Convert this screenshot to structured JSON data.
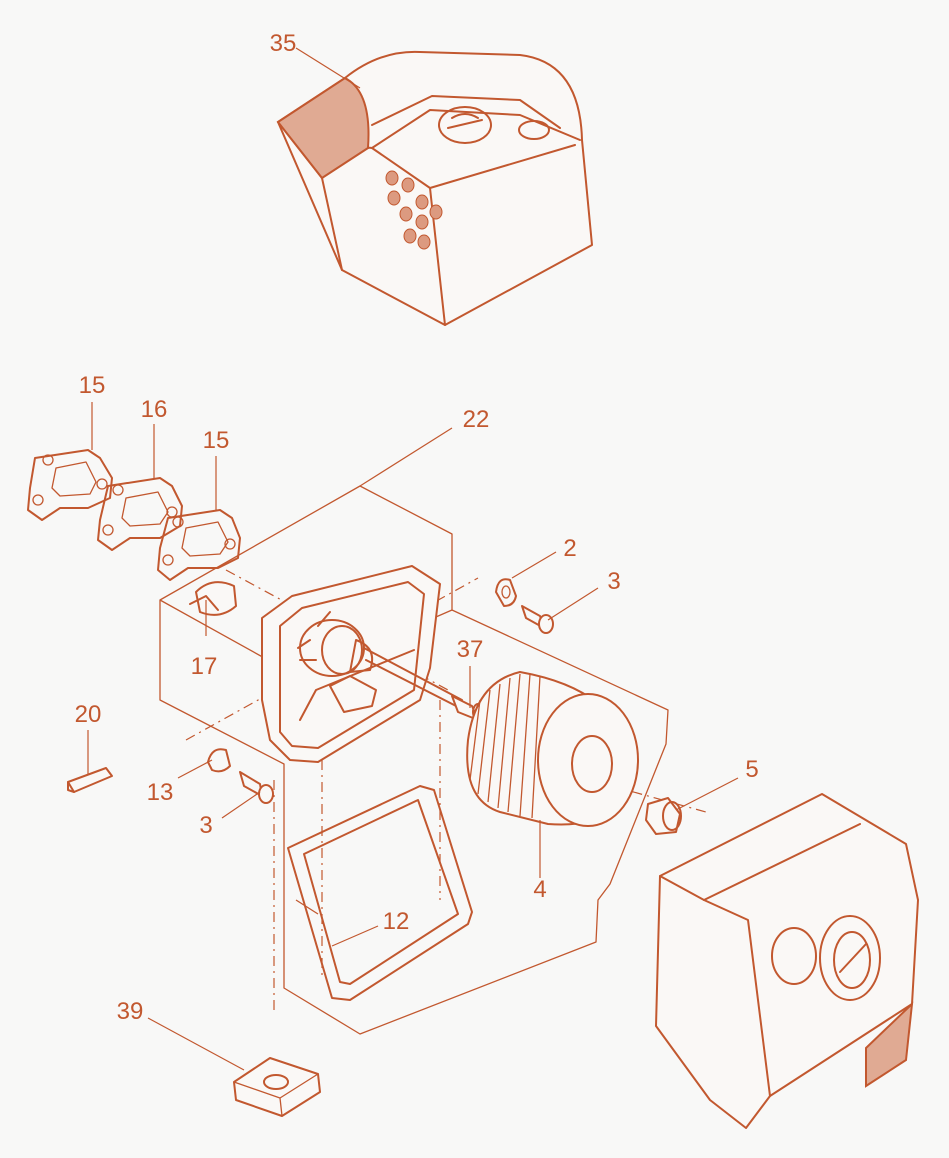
{
  "colors": {
    "line": "#c2582f",
    "accent": "#e0aa93",
    "background": "#f8f8f7"
  },
  "callouts": [
    {
      "id": "c35",
      "text": "35"
    },
    {
      "id": "c15a",
      "text": "15"
    },
    {
      "id": "c16",
      "text": "16"
    },
    {
      "id": "c15b",
      "text": "15"
    },
    {
      "id": "c22",
      "text": "22"
    },
    {
      "id": "c2",
      "text": "2"
    },
    {
      "id": "c3a",
      "text": "3"
    },
    {
      "id": "c37",
      "text": "37"
    },
    {
      "id": "c17",
      "text": "17"
    },
    {
      "id": "c20",
      "text": "20"
    },
    {
      "id": "c13",
      "text": "13"
    },
    {
      "id": "c3b",
      "text": "3"
    },
    {
      "id": "c5",
      "text": "5"
    },
    {
      "id": "c4",
      "text": "4"
    },
    {
      "id": "c12",
      "text": "12"
    },
    {
      "id": "c39",
      "text": "39"
    }
  ]
}
